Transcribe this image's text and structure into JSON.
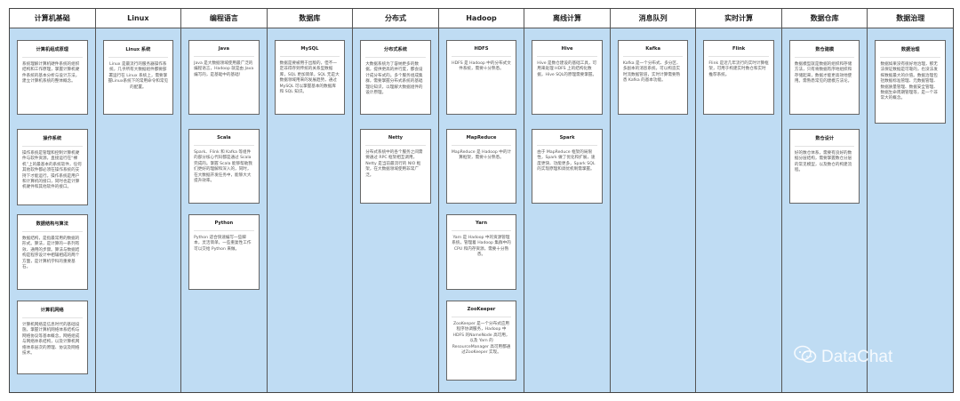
{
  "columns": [
    {
      "title": "计算机基础",
      "cards": [
        {
          "title": "计算机组成原理",
          "text": "系统理解计算机硬件系统的组织结构和工作原理，掌握计算机硬件系统的基本分析与设计方法，建立计算机系统的整体概念。"
        },
        {
          "title": "操作系统",
          "text": "操作系统是管理和控制计算机硬件与软件资源，直接运行在“裸机”上的最基本的系统软件，任何其他软件都必须在操作系统的支持下才能运行。操作系统是用户和计算机的接口，同时也是计算机硬件和其他软件的接口。"
        },
        {
          "title": "数据结构与算法",
          "text": "数据结构，是指最常用的数据的形式。算法，是计算的一系列有效、通用的步骤。算法与数据结构是程序设计中相辅相成的两个方面，是计算机学科的重要基石。"
        },
        {
          "title": "计算机网络",
          "text": "计算机网络是信息时代的基础设施，掌握计算机网络体系结构与网络协议等基本概念，网络组成与网络体系结构，以及计算机网络体系层次的原理、协议及网络技术。"
        }
      ]
    },
    {
      "title": "Linux",
      "cards": [
        {
          "title": "Linux 系统",
          "text": "Linux 是最流行的服务器操作系统，几乎所有大数据组件都要部署运行在 Linux 系统上，需要掌握Linux系统下的常用命令和常见的配置。"
        }
      ]
    },
    {
      "title": "编程语言",
      "cards": [
        {
          "title": "Java",
          "text": "Java 是大数据领域使用最广泛的编程语言，Hadoop 就是由 Java 编写的，是基础中的基础！"
        },
        {
          "title": "Scala",
          "text": "Spark、Flink 和 Kafka 等组件的部分核心代码都是通过 Scala 完成的。掌握 Scala 能够帮助我们更好的理解和深入的，同时，在大数据开发任务中，能够大大提升效率。"
        },
        {
          "title": "Python",
          "text": "Python 适合快速编写一些脚本，灵活简单，一些重复性工作可以交给 Python 来做。"
        }
      ]
    },
    {
      "title": "数据库",
      "cards": [
        {
          "title": "MySQL",
          "text": "数据是要被用于出版的，但不一定非得存到传统的关系型数据库，SQL 更加简单，SQL 无是大数据领域用来的发展趋势，通过 MySQL 可以掌握基本的数据库和 SQL 知识。"
        }
      ]
    },
    {
      "title": "分布式",
      "cards": [
        {
          "title": "分布式系统",
          "text": "大数据系统为了容纳更多的数据，提供更高的并行度，都会设计成分布式的。多个服务组成集群，需要掌握分布式系统的基础理论知识，以理解大数据组件的设计原理。"
        },
        {
          "title": "Netty",
          "text": "分布式系统中的各个服务之间需要通过 RPC 框架相互调用，Netty 是当前最流行的 NIO 框架，在大数据领域使用非常广泛。"
        }
      ]
    },
    {
      "title": "Hadoop",
      "cards": [
        {
          "title": "HDFS",
          "text": "HDFS 是 Hadoop 中的分布式文件系统，需要十分熟悉。"
        },
        {
          "title": "MapReduce",
          "text": "MapReduce 是 Hadoop 中的计算框架，需要十分熟悉。"
        },
        {
          "title": "Yarn",
          "text": "Yarn 是 Hadoop 中的资源管理系统，管理着 Hadoop 集群中的 CPU 和内存资源，需要十分熟悉。"
        },
        {
          "title": "ZooKeeper",
          "text": "ZooKeeper 是一个分布式应用程序协调服务，Hadoop 中 HDFS 的NameNode 高可用，以及 Yarn 的 ResourceManager 高可用都通过ZooKeeper 实现。"
        }
      ]
    },
    {
      "title": "离线计算",
      "cards": [
        {
          "title": "Hive",
          "text": "Hive 是数仓建设的基础工具，可用来处理 HDFS 上的结构化数据，Hive SQL的原理需要掌握。"
        },
        {
          "title": "Spark",
          "text": "由于 MapReduce 框架的局限性，Spark 做了优化和扩展，速度更快、功能更多，Spark SQL 的实现原理和调优机制需掌握。"
        }
      ]
    },
    {
      "title": "消息队列",
      "cards": [
        {
          "title": "Kafka",
          "text": "Kafka 是一个分布式、多分区、多副本的消息系统，可以构造实时流数据管道，实时计算需要熟悉 Kafka 的基本功能。"
        }
      ]
    },
    {
      "title": "实时计算",
      "cards": [
        {
          "title": "Flink",
          "text": "Flink 是近几年流行的实时计算框架，可用于构建实时数仓和实时推荐系统。"
        }
      ]
    },
    {
      "title": "数据仓库",
      "cards": [
        {
          "title": "数仓建模",
          "text": "数据模型就是数据的组织和存储方法，只有将数据有序地组织和存储起来，数据才能更高效地使用。需熟悉常见的建模方法论。"
        },
        {
          "title": "数仓设计",
          "text": "好的数仓体系，需要有良好的数据分层结构，需要掌握数仓分层的常见模型，以及数仓的构建流程。"
        }
      ]
    },
    {
      "title": "数据治理",
      "cards": [
        {
          "title": "数据治理",
          "text": "数据如果没有很好地治理，那无法保证数据是可靠的，也没法发挥数据最大的价值。数据治理包括数据标准管理、元数据管理、数据质量管理、数据安全管理、数据生命周期管理等，是一个非常大的概念。"
        }
      ]
    }
  ],
  "watermark": {
    "text": "DataChat",
    "icon": "wechat-icon"
  }
}
